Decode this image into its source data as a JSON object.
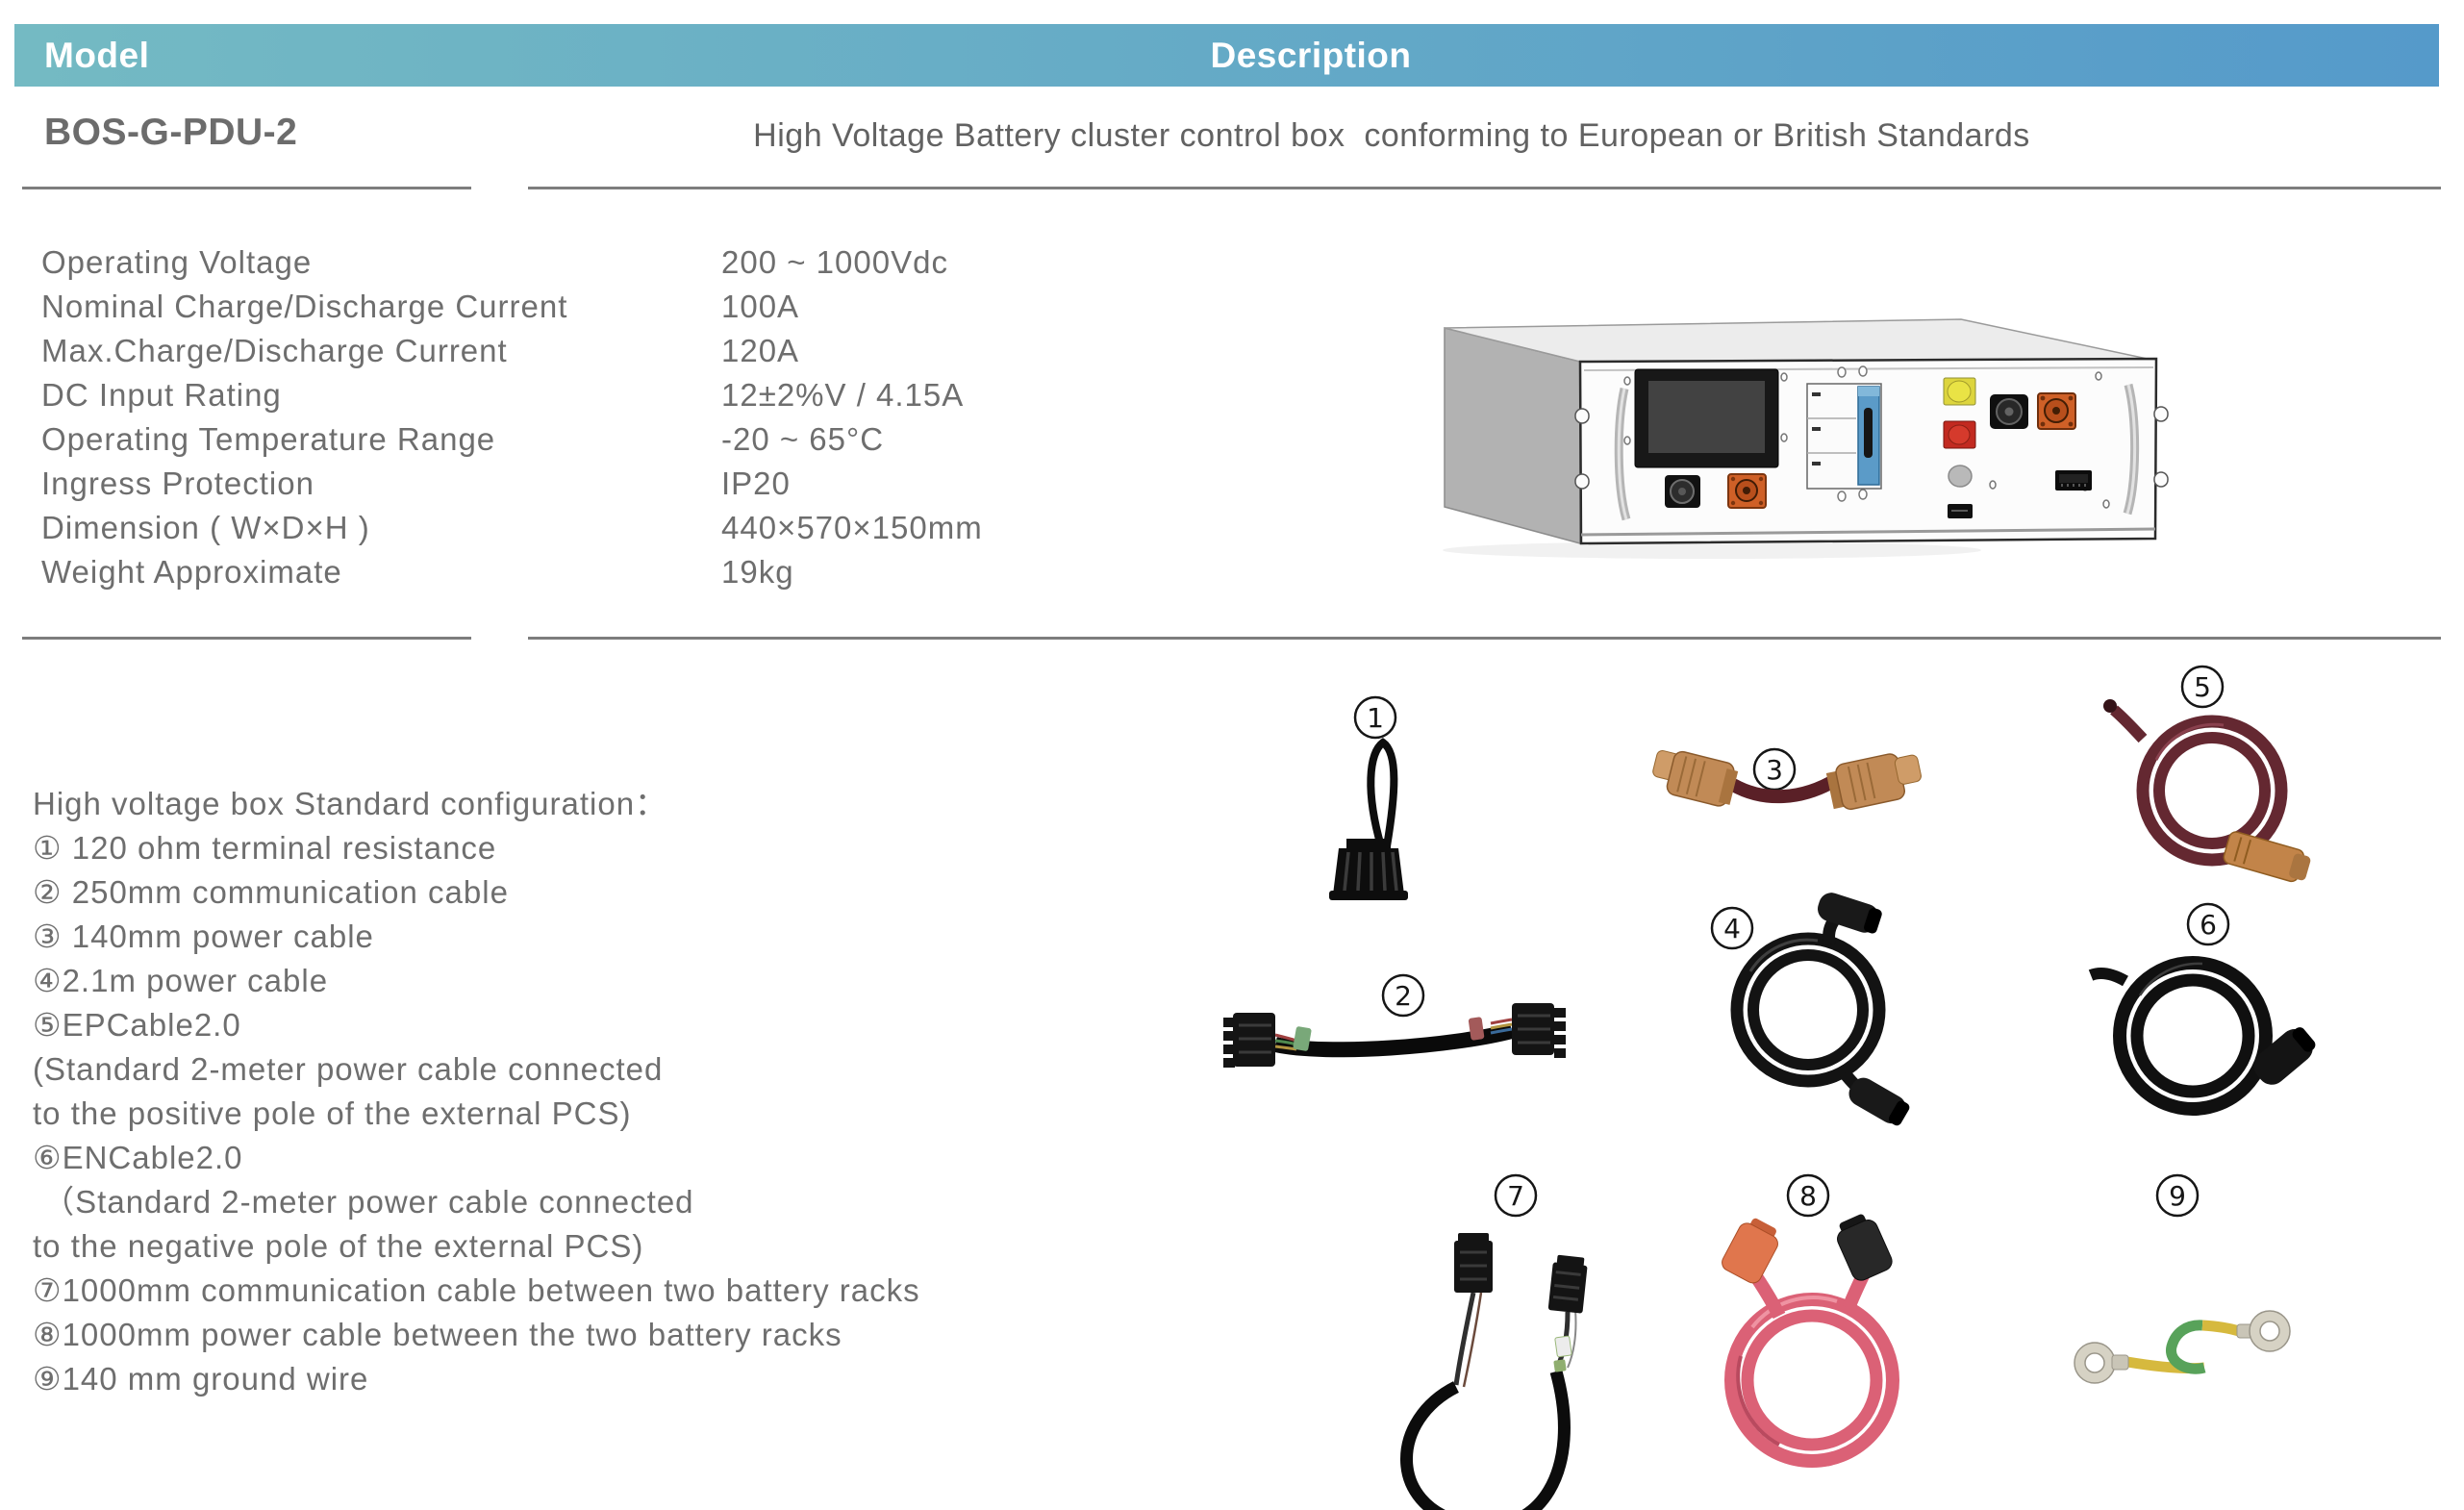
{
  "header": {
    "model_label": "Model",
    "description_label": "Description"
  },
  "product": {
    "model": "BOS-G-PDU-2",
    "description": "High Voltage Battery cluster control box  conforming to European or British Standards"
  },
  "specs": {
    "rows": [
      {
        "label": "Operating Voltage",
        "value": "200 ~ 1000Vdc"
      },
      {
        "label": "Nominal Charge/Discharge Current",
        "value": "100A"
      },
      {
        "label": "Max.Charge/Discharge Current",
        "value": "120A"
      },
      {
        "label": "DC Input Rating",
        "value": "12±2%V / 4.15A"
      },
      {
        "label": "Operating Temperature Range",
        "value": "-20 ~ 65°C"
      },
      {
        "label": "Ingress Protection",
        "value": "IP20"
      },
      {
        "label": "Dimension ( W×D×H )",
        "value": "440×570×150mm"
      },
      {
        "label": "Weight Approximate",
        "value": "19kg"
      }
    ]
  },
  "configuration": {
    "lines": [
      "High voltage box Standard configuration：",
      "① 120 ohm terminal resistance",
      "② 250mm communication cable",
      "③ 140mm power cable",
      "④2.1m power cable",
      "⑤EPCable2.0",
      "(Standard 2-meter power cable connected",
      "to the positive pole of the external PCS)",
      "⑥ENCable2.0",
      " （Standard 2-meter power cable connected",
      "to the negative pole of the external PCS)",
      "⑦1000mm communication cable between two battery racks",
      "⑧1000mm power cable between the two battery racks",
      "⑨140 mm ground wire"
    ]
  },
  "figures": {
    "labels": [
      "1",
      "2",
      "3",
      "4",
      "5",
      "6",
      "7",
      "8",
      "9"
    ]
  },
  "colors": {
    "header_gradient_left": "#74bac3",
    "header_gradient_right": "#559aca",
    "body_text": "#6e6e6e",
    "divider": "#7d7d7d",
    "maroon_cable": "#642831",
    "pink_cable": "#db6176",
    "ground_wire_yellow": "#d6b93e",
    "ground_wire_green": "#58a25a",
    "connector_orange": "#cf6027",
    "connector_tan": "#c18a56"
  }
}
